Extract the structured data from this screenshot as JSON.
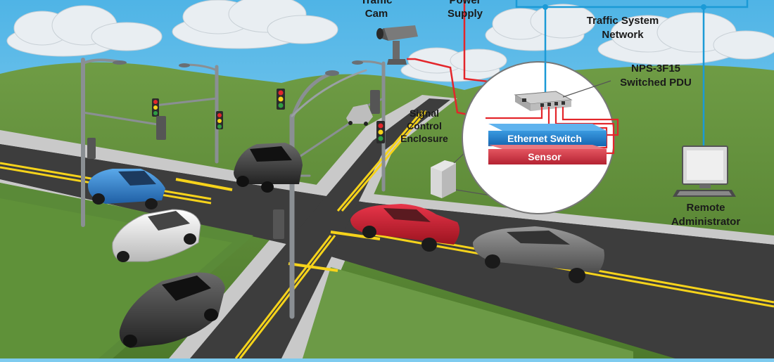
{
  "labels": {
    "traffic_cam": [
      "Traffic",
      "Cam"
    ],
    "power_supply": [
      "Power",
      "Supply"
    ],
    "traffic_system_network": [
      "Traffic System",
      "Network"
    ],
    "pdu": [
      "NPS-3F15",
      "Switched PDU"
    ],
    "signal_control_enclosure": [
      "Signal",
      "Control",
      "Enclosure"
    ],
    "ethernet_switch": "Ethernet Switch",
    "sensor": "Sensor",
    "remote_administrator": [
      "Remote",
      "Administrator"
    ]
  },
  "colors": {
    "sky": "#7ecbef",
    "hills": "#5e8d3c",
    "road": "#3b3b3b",
    "lane_marking": "#f6d31b",
    "power_cable": "#e3262b",
    "network_line": "#1b9ad6",
    "ethernet_switch": "#1e7fc6",
    "sensor": "#d0343f"
  },
  "icons": [
    "camera-icon",
    "traffic-light-icon",
    "pdu-icon",
    "monitor-icon",
    "enclosure-icon",
    "car-icon"
  ]
}
